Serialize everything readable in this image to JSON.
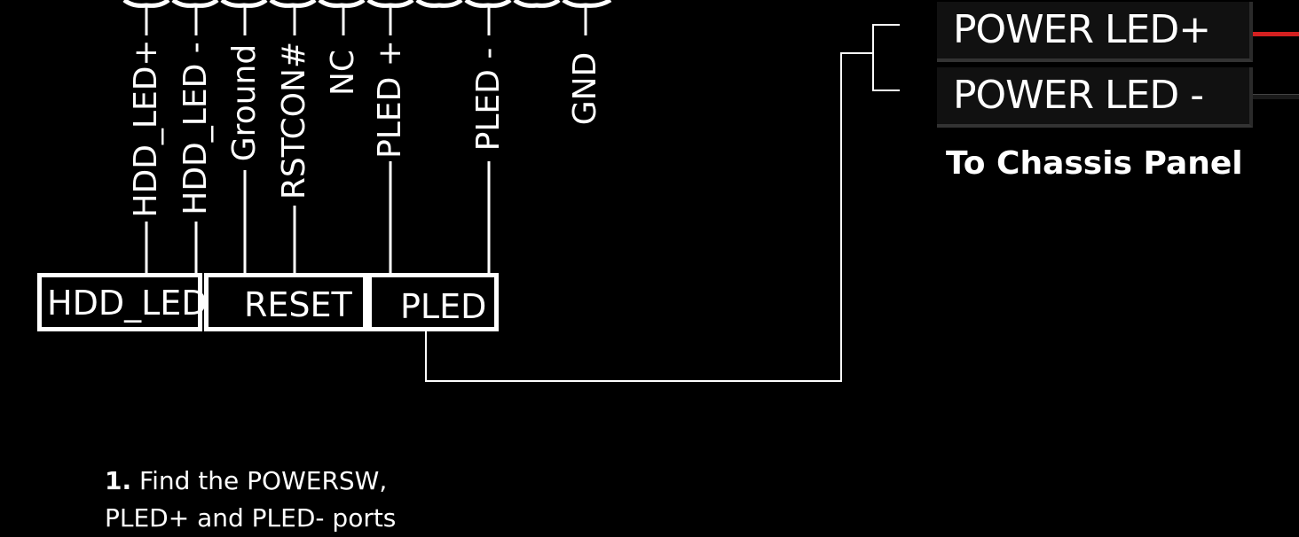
{
  "header": {
    "pins": [
      {
        "label": "HDD_LED+"
      },
      {
        "label": "HDD_LED -"
      },
      {
        "label": "Ground"
      },
      {
        "label": "RSTCON#"
      },
      {
        "label": "NC"
      },
      {
        "label": "PLED +"
      },
      {
        "label": "PLED -"
      },
      {
        "label": "GND"
      }
    ],
    "groups": [
      {
        "label": "HDD_LED"
      },
      {
        "label": "RESET"
      },
      {
        "label": "PLED"
      }
    ]
  },
  "chassis": {
    "title": "To Chassis Panel",
    "connectors": [
      {
        "label": "POWER LED+",
        "wire_color": "#d42020"
      },
      {
        "label": "POWER LED -",
        "wire_color": "#1a1a1a"
      }
    ]
  },
  "instructions": {
    "step_number": "1.",
    "step_text_line1": "Find the POWERSW,",
    "step_text_line2": "PLED+ and PLED- ports"
  },
  "colors": {
    "background": "#000000",
    "line": "#ffffff",
    "connector_body": "#111111"
  }
}
